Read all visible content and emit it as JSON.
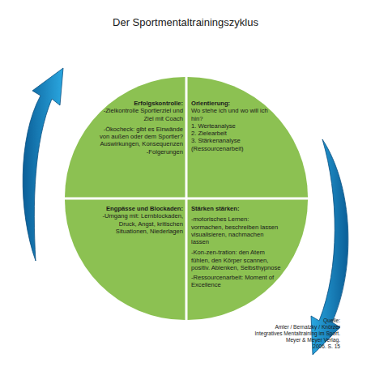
{
  "diagram": {
    "title": "Der Sportmentaltrainingszyklus",
    "nodes": [
      {
        "text": [
          "Erfolgskontrolle:",
          "-Zielkontrolle Sportlerziel und Ziel mit Coach",
          "-Ökocheck: gibt es Einwände von außen oder dem Sportler? Auswirkungen, Konsequenzen",
          "-Folgerungen"
        ]
      },
      {
        "text": [
          "Orientierung:",
          "Wo stehe ich und wo will ich hin?",
          "1. Werteanalyse",
          "2. Zielearbeit",
          "3. Stärkenanalyse (Ressourcenarbeit)"
        ]
      },
      {
        "text": [
          "Engpässe und Blockaden:",
          "-Umgang mit: Lernblockaden, Druck, Angst, kritischen Situationen, Niederlagen"
        ]
      },
      {
        "text": [
          "Stärken stärken:",
          "-motorisches Lernen: vormachen, beschreiben lassen visualisieren, nachmachen lassen",
          "-Kon-zen-tration: den Atem fühlen, den Körper scannen, positiv. Ablenken, Selbsthypnose",
          "-Ressourcenarbeit: Moment of Excellence"
        ]
      }
    ],
    "labels": [
      "Quelle:",
      "Amler / Bernatzky / Knörzer",
      "Integratives Mentaltraining im Sport.",
      "Meyer & Meyer Verlag.",
      "2006. S. 15"
    ]
  }
}
